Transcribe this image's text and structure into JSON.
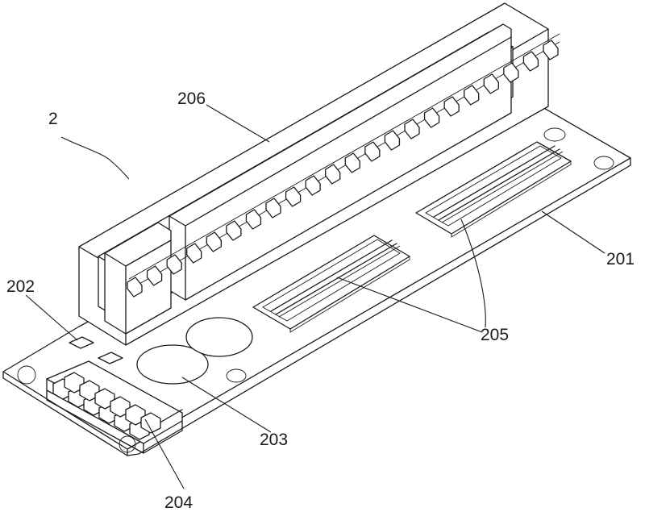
{
  "labels": {
    "assembly": "2",
    "base_board": "201",
    "indicator_pads": "202",
    "round_pads": "203",
    "power_connector": "204",
    "edge_connectors": "205",
    "card_slot": "206"
  }
}
